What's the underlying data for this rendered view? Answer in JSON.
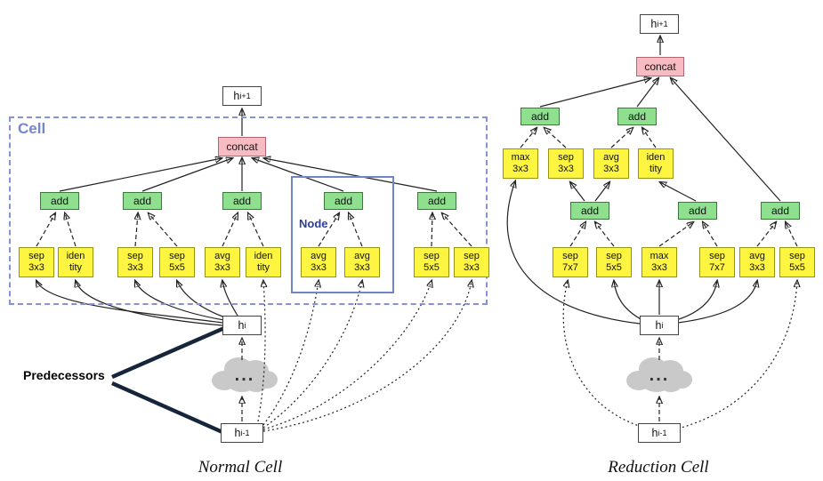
{
  "colors": {
    "op-fill": "#fdf53f",
    "op-border": "#97930c",
    "add-fill": "#8ee08f",
    "add-border": "#3c7a3c",
    "concat-fill": "#f7bcc3",
    "concat-border": "#b06570",
    "h-fill": "#ffffff",
    "h-border": "#444444",
    "cell-border": "#8493d6",
    "cell-label": "#7287d2",
    "node-border": "#6f86c8",
    "node-label": "#2b3f9e",
    "edge": "#222222",
    "predecessor-line": "#17253b",
    "cloud-fill": "#c9c9c9"
  },
  "labels": {
    "h_base": "h",
    "h_next_sub": "i+1",
    "h_cur_sub": "i",
    "h_prev_sub": "i-1",
    "concat": "concat",
    "add": "add",
    "cloud_dots": "...",
    "cell": "Cell",
    "node": "Node",
    "predecessors": "Predecessors"
  },
  "normal_cell": {
    "caption": "Normal Cell",
    "ops": [
      "sep\n3x3",
      "iden\ntity",
      "sep\n3x3",
      "sep\n5x5",
      "avg\n3x3",
      "iden\ntity",
      "avg\n3x3",
      "avg\n3x3",
      "sep\n5x5",
      "sep\n3x3"
    ]
  },
  "reduction_cell": {
    "caption": "Reduction Cell",
    "level2_ops": [
      "max\n3x3",
      "sep\n3x3",
      "avg\n3x3",
      "iden\ntity"
    ],
    "level3_ops": [
      "sep\n7x7",
      "sep\n5x5",
      "max\n3x3",
      "sep\n7x7",
      "avg\n3x3",
      "sep\n5x5"
    ]
  }
}
